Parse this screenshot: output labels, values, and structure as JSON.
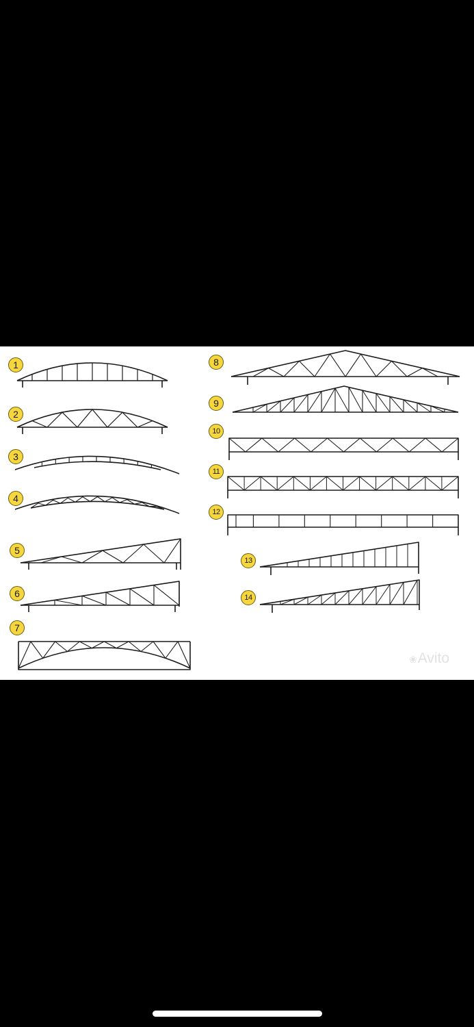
{
  "diagrams": [
    {
      "number": "1"
    },
    {
      "number": "2"
    },
    {
      "number": "3"
    },
    {
      "number": "4"
    },
    {
      "number": "5"
    },
    {
      "number": "6"
    },
    {
      "number": "7"
    },
    {
      "number": "8"
    },
    {
      "number": "9"
    },
    {
      "number": "10"
    },
    {
      "number": "11"
    },
    {
      "number": "12"
    },
    {
      "number": "13"
    },
    {
      "number": "14"
    }
  ],
  "watermark": {
    "text": "Avito",
    "icon": "avito-logo-icon"
  },
  "colors": {
    "badge": "#f5d63d",
    "line": "#1a1a1a",
    "background": "#000000",
    "panel": "#ffffff"
  }
}
